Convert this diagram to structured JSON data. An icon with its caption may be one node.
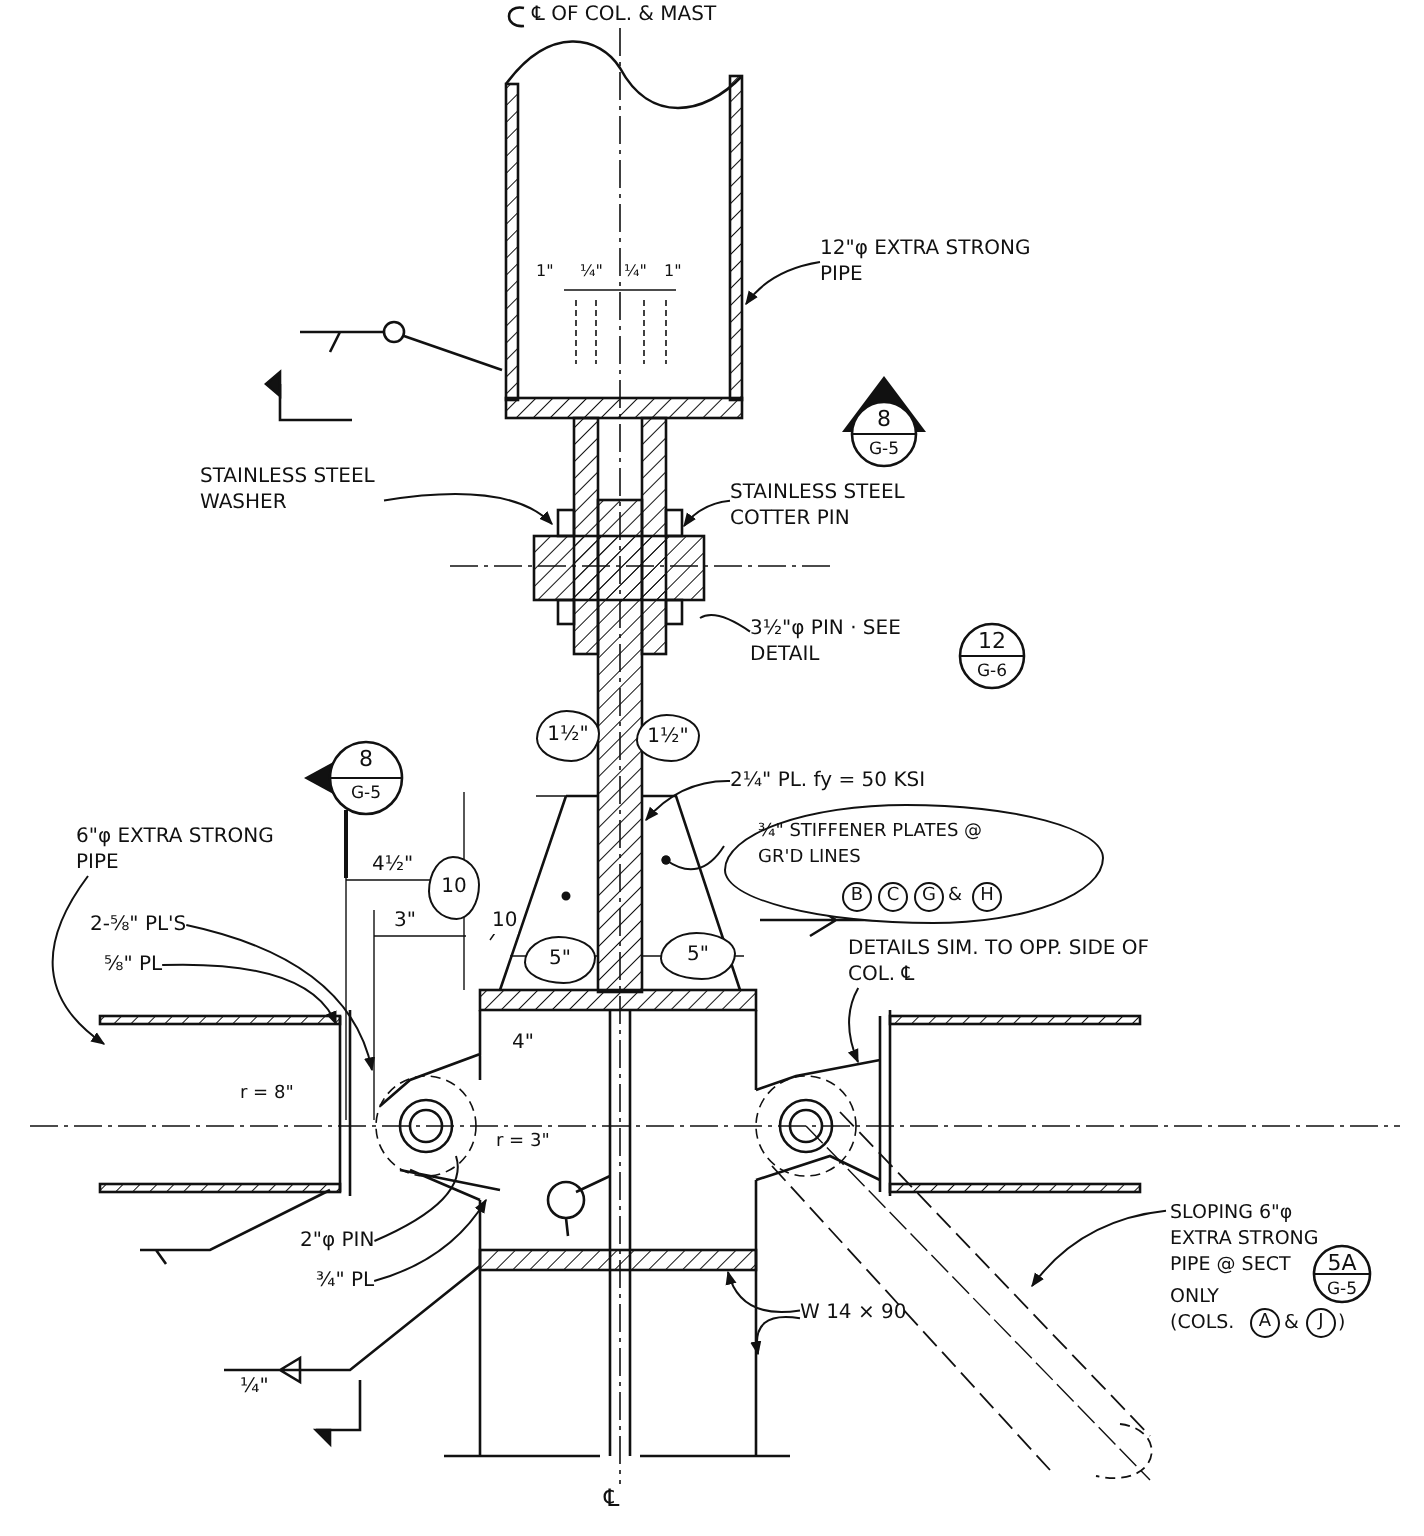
{
  "diagram": {
    "nodes": [
      {
        "text": [
          "12\"φ EXTRA STRONG PIPE"
        ]
      },
      {
        "text": [
          "8",
          "G-5"
        ]
      },
      {
        "text": [
          "STAINLESS STEEL WASHER"
        ]
      },
      {
        "text": [
          "STAINLESS STEEL COTTER PIN"
        ]
      },
      {
        "text": [
          "3½\"φ PIN · SEE DETAIL"
        ]
      },
      {
        "text": [
          "12",
          "G-6"
        ]
      },
      {
        "text": [
          "8",
          "G-5"
        ]
      },
      {
        "text": [
          "1½\""
        ]
      },
      {
        "text": [
          "1½\""
        ]
      },
      {
        "text": [
          "2¼\" PL. fy = 50 KSI"
        ]
      },
      {
        "text": [
          "¾\" STIFFENER PLATES @ GR'D LINES",
          "&"
        ]
      },
      {
        "text": [
          "B"
        ],
        "in": 10
      },
      {
        "text": [
          "C"
        ],
        "in": 10
      },
      {
        "text": [
          "G"
        ],
        "in": 10
      },
      {
        "text": [
          "H"
        ],
        "in": 10
      },
      {
        "text": [
          "6\"φ EXTRA STRONG PIPE"
        ]
      },
      {
        "text": [
          "2-⅝\" PL'S"
        ]
      },
      {
        "text": [
          "⅝\" PL"
        ]
      },
      {
        "text": [
          "10"
        ]
      },
      {
        "text": [
          "5\""
        ]
      },
      {
        "text": [
          "5\""
        ]
      },
      {
        "text": [
          "DETAILS SIM. TO OPP. SIDE OF COL. ℄"
        ]
      },
      {
        "text": [
          "2\"φ PIN"
        ]
      },
      {
        "text": [
          "¾\" PL"
        ]
      },
      {
        "text": [
          "W 14 × 90"
        ]
      },
      {
        "text": [
          "SLOPING 6\"φ EXTRA STRONG PIPE @ SECT",
          "ONLY (COLS.",
          "&",
          ")"
        ]
      },
      {
        "text": [
          "5A",
          "G-5"
        ],
        "in": 25
      },
      {
        "text": [
          "A"
        ],
        "in": 25
      },
      {
        "text": [
          "J"
        ],
        "in": 25
      }
    ],
    "edges": [
      {
        "from": 0,
        "to": null,
        "arrow": "to"
      },
      {
        "from": 2,
        "to": null,
        "arrow": "to"
      },
      {
        "from": 3,
        "to": null,
        "arrow": "to"
      },
      {
        "from": 4,
        "to": null,
        "arrow": "none"
      },
      {
        "from": 9,
        "to": null,
        "arrow": "to"
      },
      {
        "from": 10,
        "to": null,
        "arrow": "other"
      },
      {
        "from": 15,
        "to": null,
        "arrow": "to"
      },
      {
        "from": 16,
        "to": null,
        "arrow": "to"
      },
      {
        "from": 17,
        "to": null,
        "arrow": "to"
      },
      {
        "from": 21,
        "to": null,
        "arrow": "to"
      },
      {
        "from": 22,
        "to": null,
        "arrow": "none"
      },
      {
        "from": 23,
        "to": null,
        "arrow": "to"
      },
      {
        "from": 24,
        "to": null,
        "arrow": "to"
      },
      {
        "from": 24,
        "to": null,
        "arrow": "to"
      },
      {
        "from": 25,
        "to": null,
        "arrow": "to"
      }
    ],
    "labels": [
      "℄ OF COL. & MAST",
      "1\"",
      "¼\"",
      "¼\"",
      "1\"",
      "4½\"",
      "3\"",
      "10",
      "4\"",
      "r = 8\"",
      "r = 3\"",
      "¼\"",
      "℄"
    ]
  }
}
